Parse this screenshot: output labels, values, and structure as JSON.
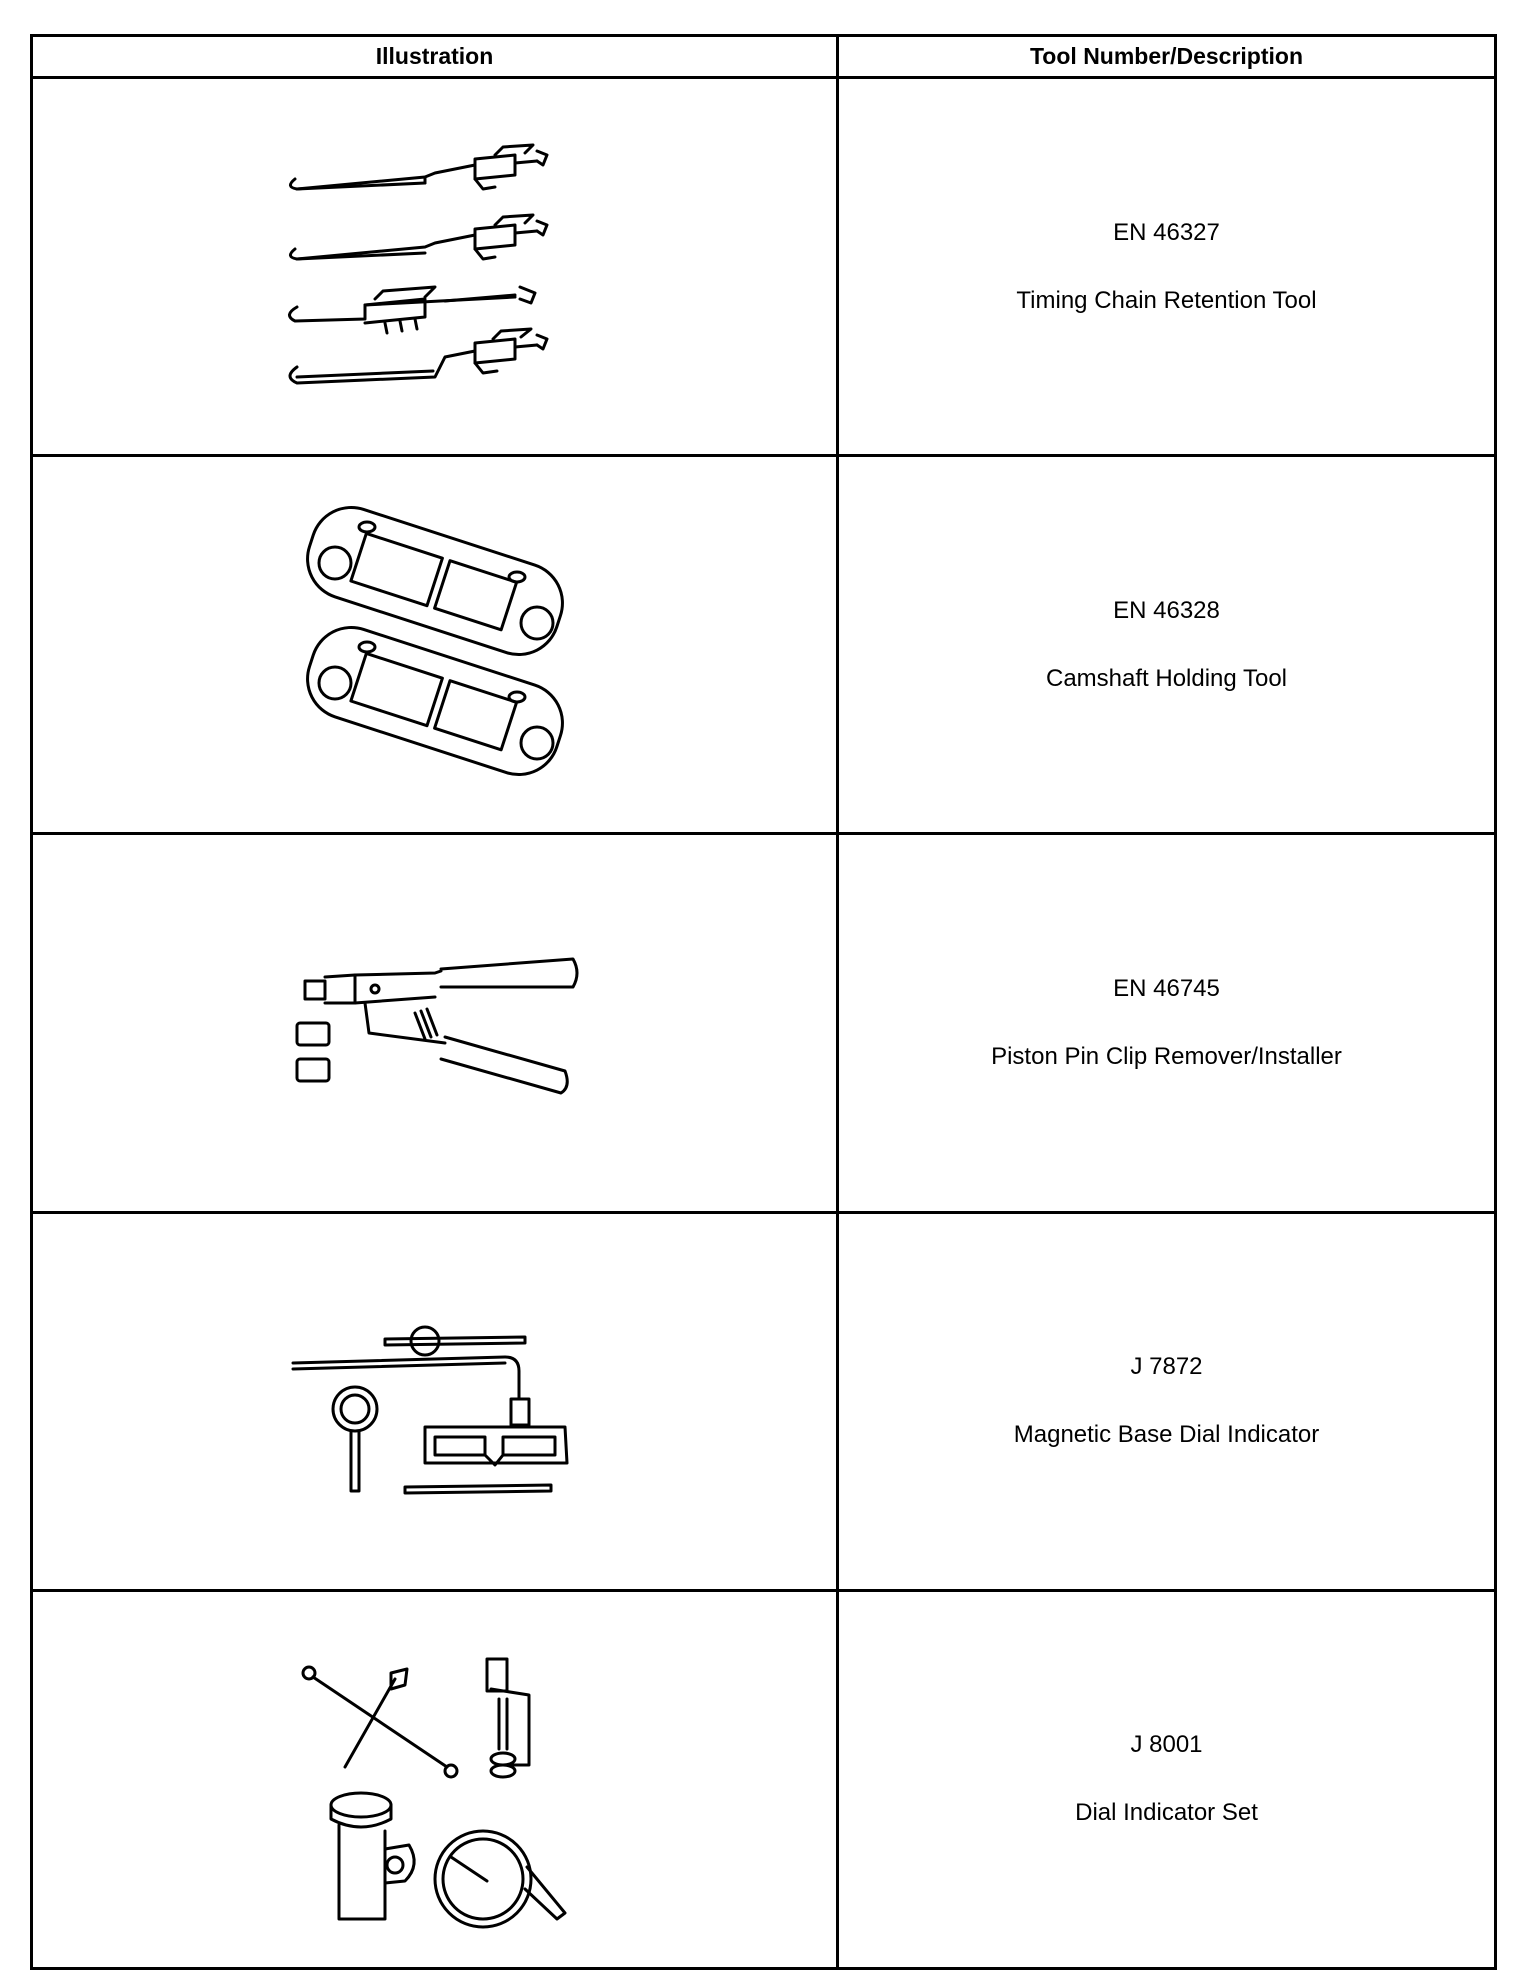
{
  "table": {
    "headers": {
      "illustration": "Illustration",
      "description": "Tool Number/Description"
    },
    "rows": [
      {
        "number": "EN 46327",
        "description": "Timing Chain Retention Tool",
        "icon": "timing-chain-retention-tool-illustration"
      },
      {
        "number": "EN 46328",
        "description": "Camshaft Holding Tool",
        "icon": "camshaft-holding-tool-illustration"
      },
      {
        "number": "EN 46745",
        "description": "Piston Pin Clip Remover/Installer",
        "icon": "piston-pin-clip-remover-illustration"
      },
      {
        "number": "J 7872",
        "description": "Magnetic Base Dial Indicator",
        "icon": "magnetic-base-dial-indicator-illustration"
      },
      {
        "number": "J 8001",
        "description": "Dial Indicator Set",
        "icon": "dial-indicator-set-illustration"
      }
    ]
  }
}
